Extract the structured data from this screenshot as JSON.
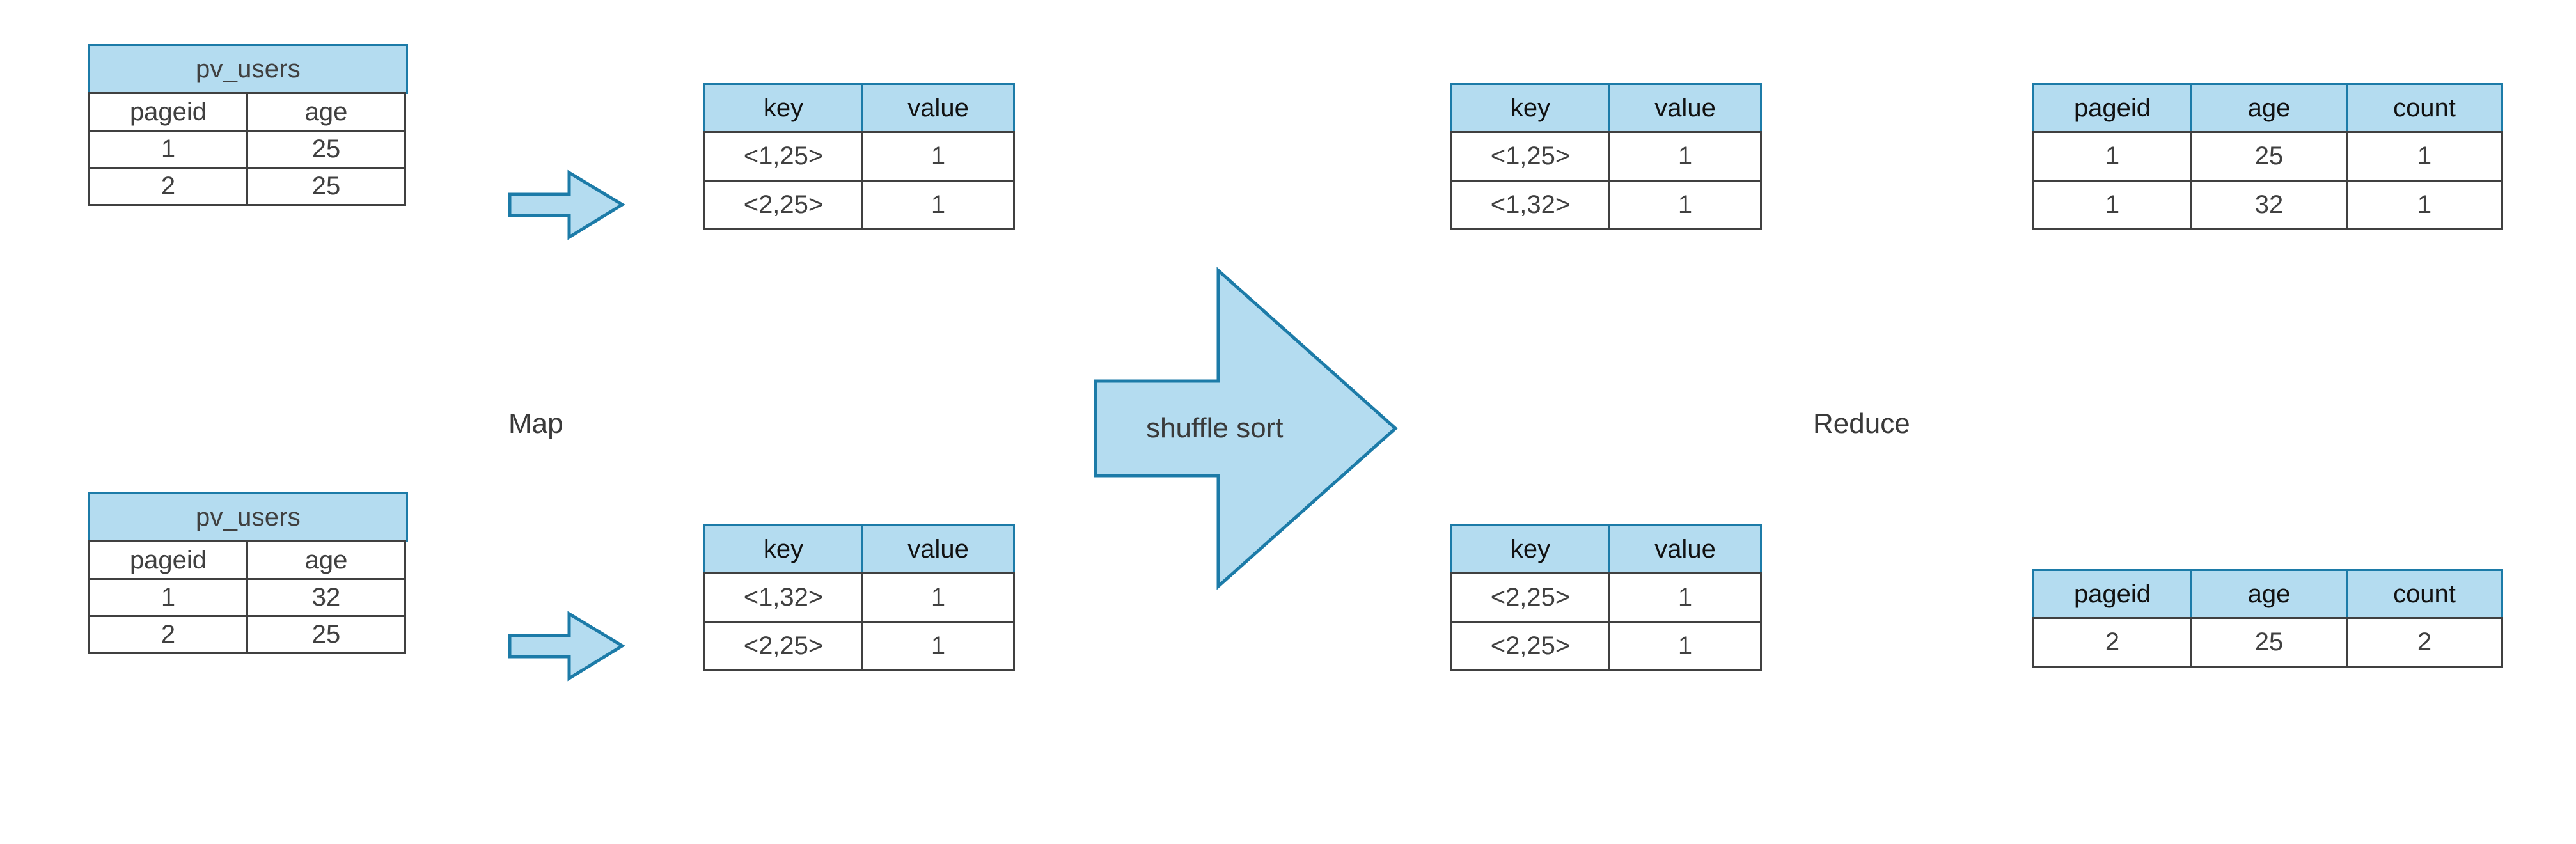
{
  "diagram": {
    "title_hidden": "Hive MapReduce GROUP BY dataflow",
    "colors": {
      "header_fill": "#B4DCF0",
      "header_border": "#1C7BA8",
      "cell_border": "#404040",
      "text": "#404040",
      "arrow_fill": "#B4DCF0",
      "arrow_stroke": "#1C7BA8",
      "background": "#FFFFFF"
    },
    "phases": [
      {
        "name": "map-label",
        "label": "Map"
      },
      {
        "name": "shuffle-label",
        "label": "shuffle sort"
      },
      {
        "name": "reduce-label",
        "label": "Reduce"
      }
    ],
    "tables": {
      "input_top": {
        "title": "pv_users",
        "headers": [
          "pageid",
          "age"
        ],
        "rows": [
          [
            "1",
            "25"
          ],
          [
            "2",
            "25"
          ]
        ]
      },
      "input_bottom": {
        "title": "pv_users",
        "headers": [
          "pageid",
          "age"
        ],
        "rows": [
          [
            "1",
            "32"
          ],
          [
            "2",
            "25"
          ]
        ]
      },
      "map_out_top": {
        "headers": [
          "key",
          "value"
        ],
        "rows": [
          [
            "<1,25>",
            "1"
          ],
          [
            "<2,25>",
            "1"
          ]
        ]
      },
      "map_out_bottom": {
        "headers": [
          "key",
          "value"
        ],
        "rows": [
          [
            "<1,32>",
            "1"
          ],
          [
            "<2,25>",
            "1"
          ]
        ]
      },
      "shuffle_out_top": {
        "headers": [
          "key",
          "value"
        ],
        "rows": [
          [
            "<1,25>",
            "1"
          ],
          [
            "<1,32>",
            "1"
          ]
        ]
      },
      "shuffle_out_bottom": {
        "headers": [
          "key",
          "value"
        ],
        "rows": [
          [
            "<2,25>",
            "1"
          ],
          [
            "<2,25>",
            "1"
          ]
        ]
      },
      "reduce_out_top": {
        "headers": [
          "pageid",
          "age",
          "count"
        ],
        "rows": [
          [
            "1",
            "25",
            "1"
          ],
          [
            "1",
            "32",
            "1"
          ]
        ]
      },
      "reduce_out_bottom": {
        "headers": [
          "pageid",
          "age",
          "count"
        ],
        "rows": [
          [
            "2",
            "25",
            "2"
          ]
        ]
      }
    },
    "arrows": [
      {
        "name": "map-arrow-top",
        "icon": "right-arrow-icon"
      },
      {
        "name": "map-arrow-bottom",
        "icon": "right-arrow-icon"
      },
      {
        "name": "shuffle-sort-arrow",
        "icon": "big-right-arrow-icon"
      }
    ]
  }
}
